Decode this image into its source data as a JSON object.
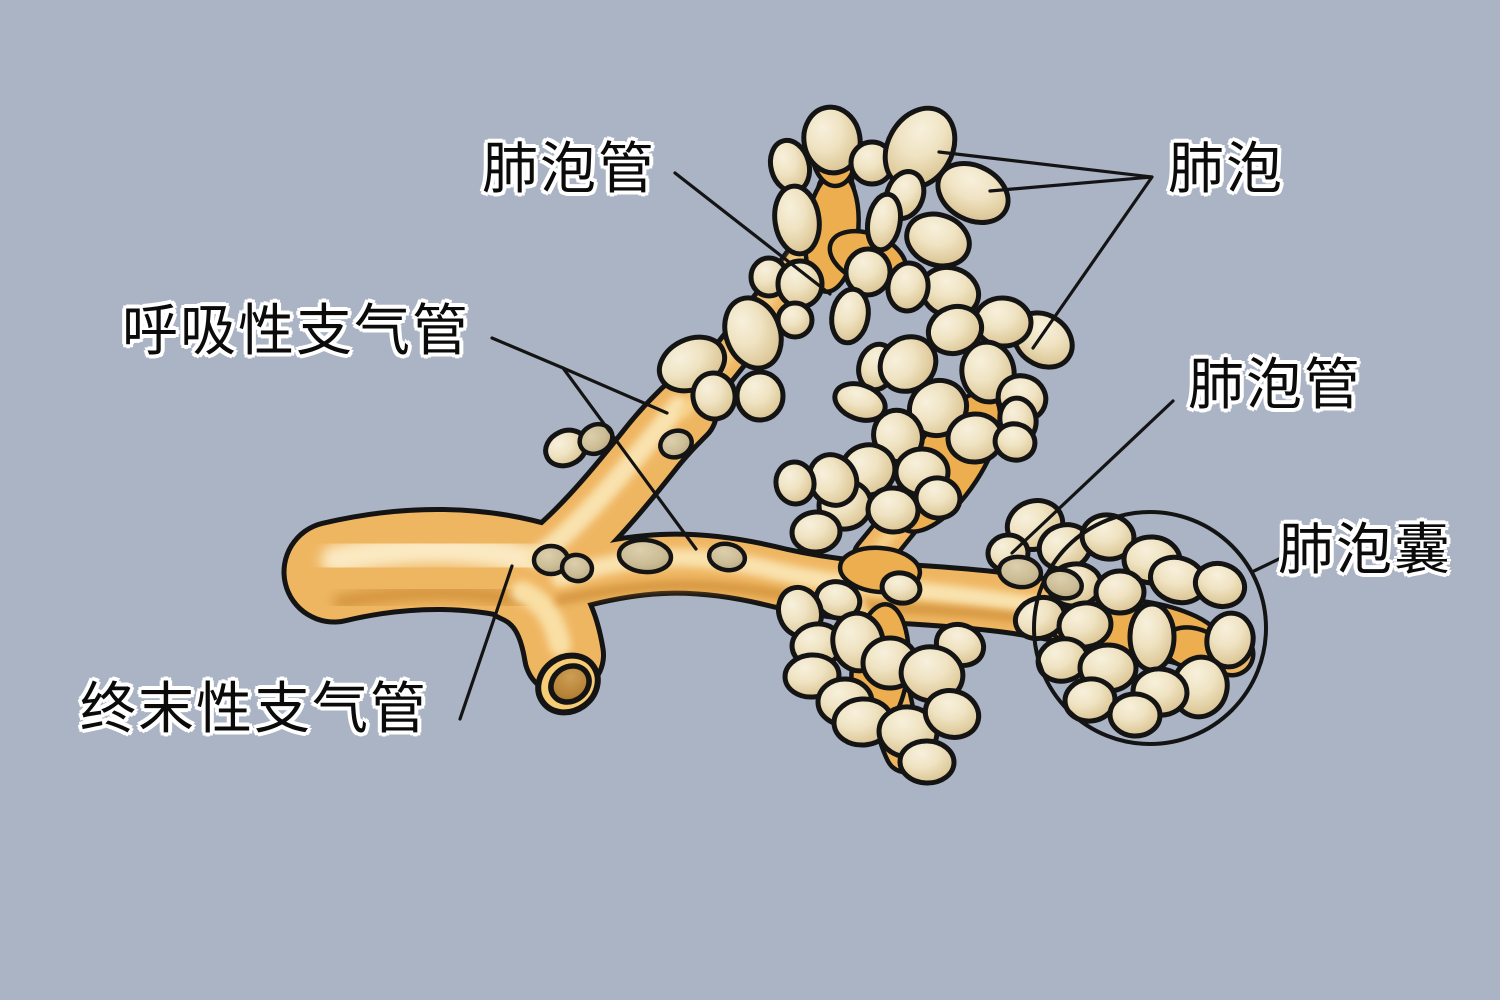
{
  "labels": {
    "alveolar_duct_top": "肺泡管",
    "alveolus": "肺泡",
    "respiratory_bronchiole": "呼吸性支气管",
    "alveolar_duct_right": "肺泡管",
    "alveolar_sac": "肺泡囊",
    "terminal_bronchiole": "终末性支气管"
  },
  "colors": {
    "background": "#AAB4C5",
    "outline": "#141414",
    "duct_body": "#EFB662",
    "duct_highlight": "#FBE8BE",
    "duct_shadow": "#C8862E",
    "cluster_orange": "#ECAE4F",
    "alveolus_fill": "#EBDDBB",
    "alveolus_highlight": "#F7F0DC",
    "alveolus_shadow": "#D3BA88",
    "tube_bump": "#CCBD96",
    "lumen": "#B68438",
    "cut_face": "#F6CD74",
    "label_text": "#0B0B0B",
    "label_halo": "#FFFFFF",
    "annotation_line": "#141414"
  }
}
